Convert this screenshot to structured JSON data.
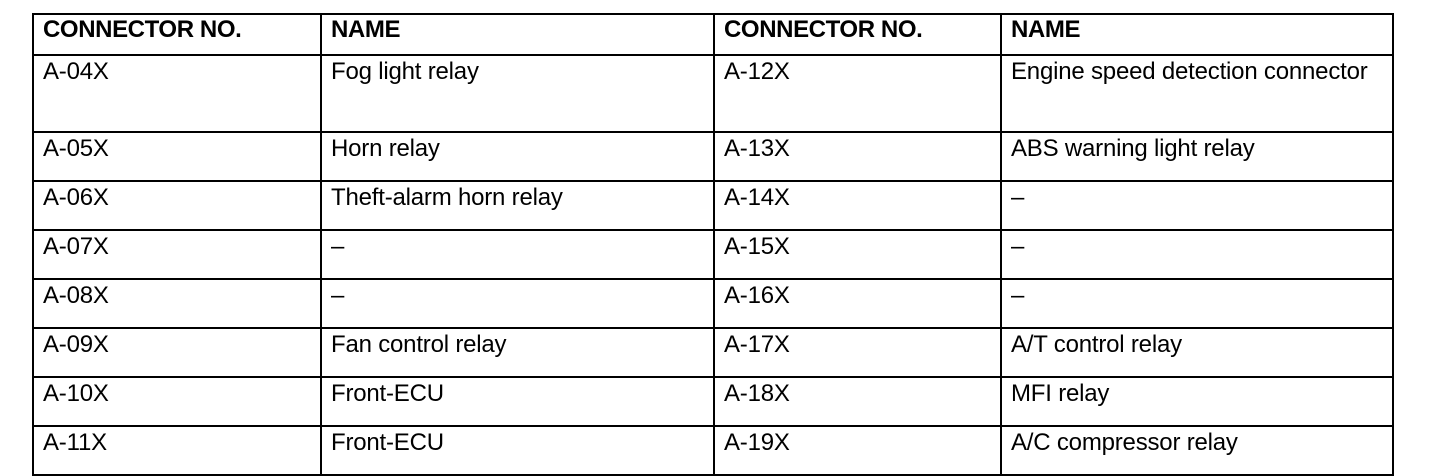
{
  "table": {
    "headers": [
      "CONNECTOR NO.",
      "NAME",
      "CONNECTOR NO.",
      "NAME"
    ],
    "rows": [
      {
        "connector_no_left": "A-04X",
        "name_left": "Fog light relay",
        "connector_no_right": "A-12X",
        "name_right": "Engine speed detection connector"
      },
      {
        "connector_no_left": "A-05X",
        "name_left": "Horn relay",
        "connector_no_right": "A-13X",
        "name_right": "ABS warning light relay"
      },
      {
        "connector_no_left": "A-06X",
        "name_left": "Theft-alarm horn relay",
        "connector_no_right": "A-14X",
        "name_right": "–"
      },
      {
        "connector_no_left": "A-07X",
        "name_left": "–",
        "connector_no_right": "A-15X",
        "name_right": "–"
      },
      {
        "connector_no_left": "A-08X",
        "name_left": "–",
        "connector_no_right": "A-16X",
        "name_right": "–"
      },
      {
        "connector_no_left": "A-09X",
        "name_left": "Fan control relay",
        "connector_no_right": "A-17X",
        "name_right": "A/T control relay"
      },
      {
        "connector_no_left": "A-10X",
        "name_left": "Front-ECU",
        "connector_no_right": "A-18X",
        "name_right": "MFI relay"
      },
      {
        "connector_no_left": "A-11X",
        "name_left": "Front-ECU",
        "connector_no_right": "A-19X",
        "name_right": "A/C compressor relay"
      }
    ]
  },
  "colors": {
    "text": "#000000",
    "border": "#000000",
    "background": "#ffffff"
  }
}
